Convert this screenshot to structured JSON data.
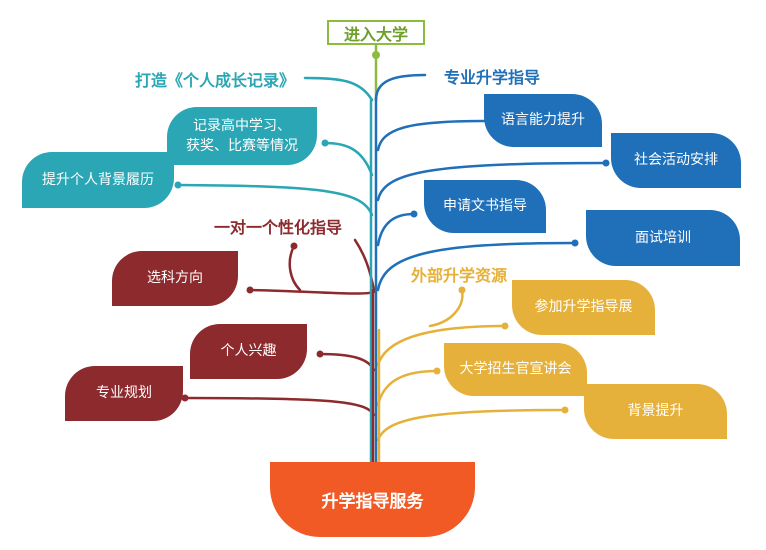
{
  "top_label": "进入大学",
  "root_label": "升学指导服务",
  "headings": {
    "record": "打造《个人成长记录》",
    "major": "专业升学指导",
    "personal": "一对一个性化指导",
    "external": "外部升学资源"
  },
  "teal_leaves": [
    "记录高中学习、\n获奖、比赛等情况",
    "提升个人背景履历"
  ],
  "blue_leaves": [
    "语言能力提升",
    "社会活动安排",
    "申请文书指导",
    "面试培训"
  ],
  "red_leaves": [
    "选科方向",
    "个人兴趣",
    "专业规划"
  ],
  "gold_leaves": [
    "参加升学指导展",
    "大学招生官宣讲会",
    "背景提升"
  ],
  "colors": {
    "teal": "#2aa6b4",
    "blue": "#1f70b8",
    "red": "#8c2a2e",
    "gold": "#e6b13a",
    "green": "#8cbc3e",
    "orange": "#f15a24"
  }
}
